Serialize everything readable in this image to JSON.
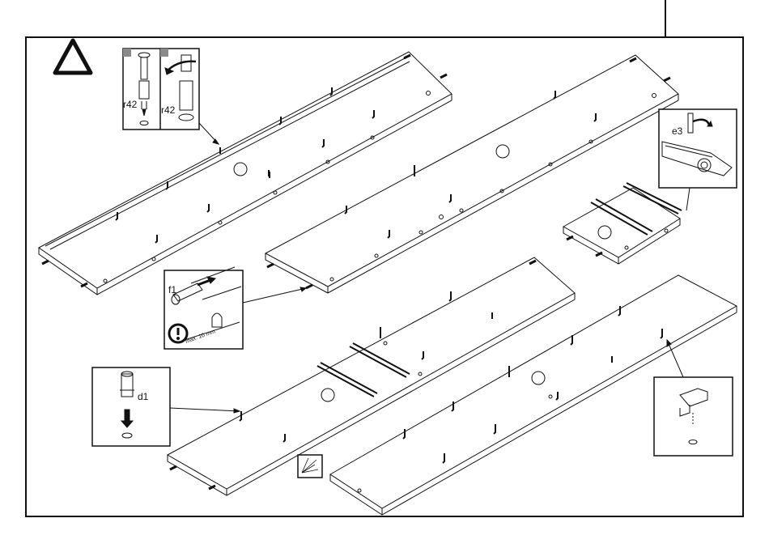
{
  "callouts": {
    "r42_a": "r42",
    "r42_b": "r42",
    "e3": "e3",
    "f1": "f1",
    "d1": "d1",
    "max_depth": "max. 10 mm"
  },
  "icons": {
    "warning": "triangle-warning-icon",
    "attention": "exclamation-circle-icon",
    "rotate": "rotate-arrow-icon",
    "push": "down-arrow-icon"
  },
  "colors": {
    "line": "#111111",
    "panel_fill": "#ffffff",
    "frame": "#000000",
    "gray_tab": "#8a8a8a"
  }
}
